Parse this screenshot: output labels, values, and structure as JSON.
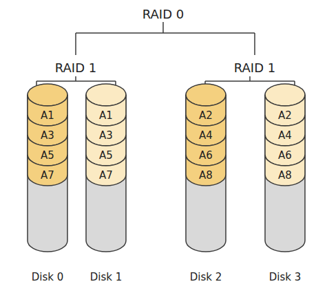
{
  "diagram": {
    "nodes": [
      {
        "text": [
          "Disk 0"
        ]
      },
      {
        "text": [
          "A1"
        ],
        "in": 0
      },
      {
        "text": [
          "A3"
        ],
        "in": 0
      },
      {
        "text": [
          "A5"
        ],
        "in": 0
      },
      {
        "text": [
          "A7"
        ],
        "in": 0
      },
      {
        "text": [
          "Disk 1"
        ]
      },
      {
        "text": [
          "A1"
        ],
        "in": 5
      },
      {
        "text": [
          "A3"
        ],
        "in": 5
      },
      {
        "text": [
          "A5"
        ],
        "in": 5
      },
      {
        "text": [
          "A7"
        ],
        "in": 5
      },
      {
        "text": [
          "Disk 2"
        ]
      },
      {
        "text": [
          "A2"
        ],
        "in": 10
      },
      {
        "text": [
          "A4"
        ],
        "in": 10
      },
      {
        "text": [
          "A6"
        ],
        "in": 10
      },
      {
        "text": [
          "A8"
        ],
        "in": 10
      },
      {
        "text": [
          "Disk 3"
        ]
      },
      {
        "text": [
          "A2"
        ],
        "in": 15
      },
      {
        "text": [
          "A4"
        ],
        "in": 15
      },
      {
        "text": [
          "A6"
        ],
        "in": 15
      },
      {
        "text": [
          "A8"
        ],
        "in": 15
      }
    ],
    "labels": [
      "RAID 0",
      "RAID 1",
      "RAID 1"
    ]
  }
}
